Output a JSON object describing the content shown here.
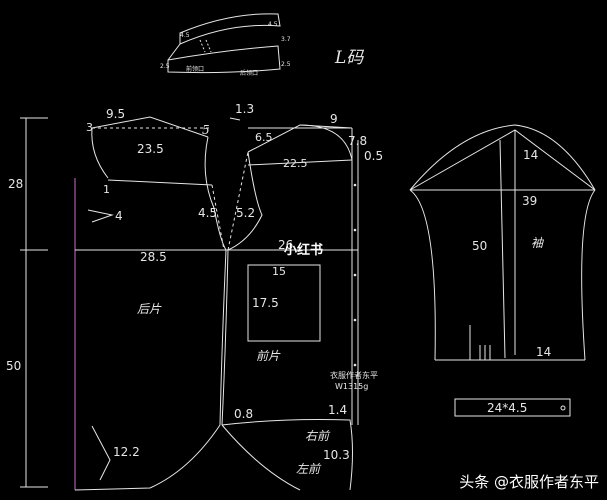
{
  "size_label": "L码",
  "collar": {
    "label_front": "前领口",
    "label_back": "后领口",
    "measure_left_top": "4.5",
    "measure_left_bottom": "2.5",
    "measure_right_top": "4.5",
    "measure_right_mid": "3.7",
    "measure_right_bottom": "2.5"
  },
  "vertical_dims": {
    "upper": "28",
    "lower": "50"
  },
  "back_piece": {
    "name": "后片",
    "shoulder_width": "9.5",
    "neck_drop": "3",
    "chest_line": "23.5",
    "armhole_mark": "5",
    "side_mark": "1",
    "dart": "4",
    "armhole_depth": "4.5",
    "width": "28.5",
    "hem_curve": "12.2"
  },
  "front_piece": {
    "name": "前片",
    "shoulder_gap": "1.3",
    "neck_width": "6.5",
    "shoulder": "9",
    "neck_depth": "7.8",
    "overlap": "0.5",
    "chest_line": "22.5",
    "armhole_mark": "5.2",
    "width": "26",
    "pocket_width": "15",
    "pocket_height": "17.5",
    "note_line1": "衣服作者东平",
    "note_line2": "W1315g",
    "hem_left": "0.8",
    "hem_right": "1.4",
    "right_front": "右前",
    "left_front": "左前",
    "hem_drop": "10.3",
    "xhs_mark": "小红书"
  },
  "sleeve": {
    "name": "袖",
    "cap_height": "14",
    "cap_line": "39",
    "length": "50",
    "cuff_width": "14"
  },
  "cuff": {
    "label": "24*4.5"
  },
  "watermark": "头条 @衣服作者东平"
}
